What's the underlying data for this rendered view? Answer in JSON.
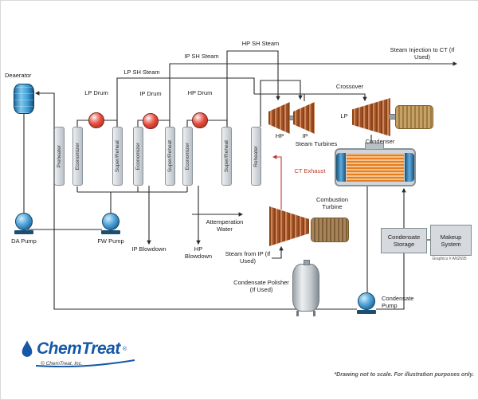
{
  "diagram": {
    "labels": {
      "deaerator": "Deaerator",
      "da_pump": "DA Pump",
      "fw_pump": "FW Pump",
      "preheater": "Preheater",
      "economizer_lp": "Economizer",
      "superheat_lp": "Super/Reheat",
      "economizer_ip": "Economizer",
      "superheat_ip": "Super/Reheat",
      "economizer_hp": "Economizer",
      "superheat_hp": "Super/Reheat",
      "reheater": "Reheater",
      "lp_drum": "LP Drum",
      "ip_drum": "IP Drum",
      "hp_drum": "HP Drum",
      "lp_sh_steam": "LP SH Steam",
      "ip_sh_steam": "IP SH Steam",
      "hp_sh_steam": "HP SH Steam",
      "steam_injection": "Steam Injection to CT (If Used)",
      "crossover": "Crossover",
      "hp_turbine": "HP",
      "ip_turbine": "IP",
      "lp_turbine": "LP",
      "steam_turbines": "Steam Turbines",
      "condenser": "Condenser",
      "ct_exhaust": "CT Exhaust",
      "combustion_turbine": "Combustion Turbine",
      "ip_blowdown": "IP Blowdown",
      "hp_blowdown": "HP Blowdown",
      "attemperation_water": "Attemperation Water",
      "steam_from_ip": "Steam from IP (If Used)",
      "condensate_polisher": "Condensate Polisher (If Used)",
      "condensate_pump": "Condensate Pump",
      "condensate_storage": "Condensate Storage",
      "makeup_system": "Makeup System",
      "graphics_id": "Graphics # AN2695"
    },
    "footer": {
      "brand": "ChemTreat",
      "reg": "®",
      "copyright": "© ChemTreat, Inc.",
      "disclaimer": "*Drawing not to scale. For illustration purposes only."
    },
    "colors": {
      "pipe": "#2b2b2b",
      "exhaust_red": "#c0392b",
      "drum_red": "#e74c3c",
      "pump_blue": "#2e86c1",
      "brand_blue": "#1558a7"
    }
  }
}
